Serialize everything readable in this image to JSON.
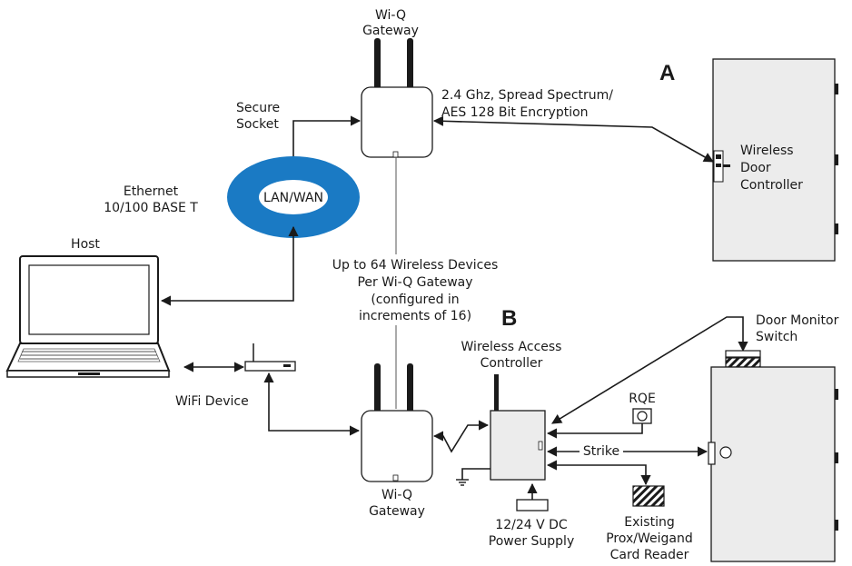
{
  "labels": {
    "gateway_top": [
      "Wi-Q",
      "Gateway"
    ],
    "gateway_bottom": [
      "Wi-Q",
      "Gateway"
    ],
    "marker_a": "A",
    "marker_b": "B",
    "rf_link": [
      "2.4 Ghz, Spread Spectrum/",
      "AES 128 Bit Encryption"
    ],
    "secure_socket": [
      "Secure",
      "Socket"
    ],
    "ethernet": [
      "Ethernet",
      "10/100 BASE T"
    ],
    "lan_wan": "LAN/WAN",
    "host": "Host",
    "wireless_door_controller": [
      "Wireless",
      "Door",
      "Controller"
    ],
    "capacity": [
      "Up to 64 Wireless Devices",
      "Per Wi-Q Gateway",
      "(configured in",
      "increments of 16)"
    ],
    "wifi_device": "WiFi Device",
    "wireless_access_controller": [
      "Wireless Access",
      "Controller"
    ],
    "rqe": "RQE",
    "strike": "Strike",
    "door_monitor_switch": [
      "Door Monitor",
      "Switch"
    ],
    "power_supply": [
      "12/24 V DC",
      "Power Supply"
    ],
    "card_reader": [
      "Existing",
      "Prox/Weigand",
      "Card Reader"
    ]
  },
  "colors": {
    "lan_ring": "#1a7ac4",
    "door_fill": "#ececec",
    "line": "#1a1a1a"
  }
}
